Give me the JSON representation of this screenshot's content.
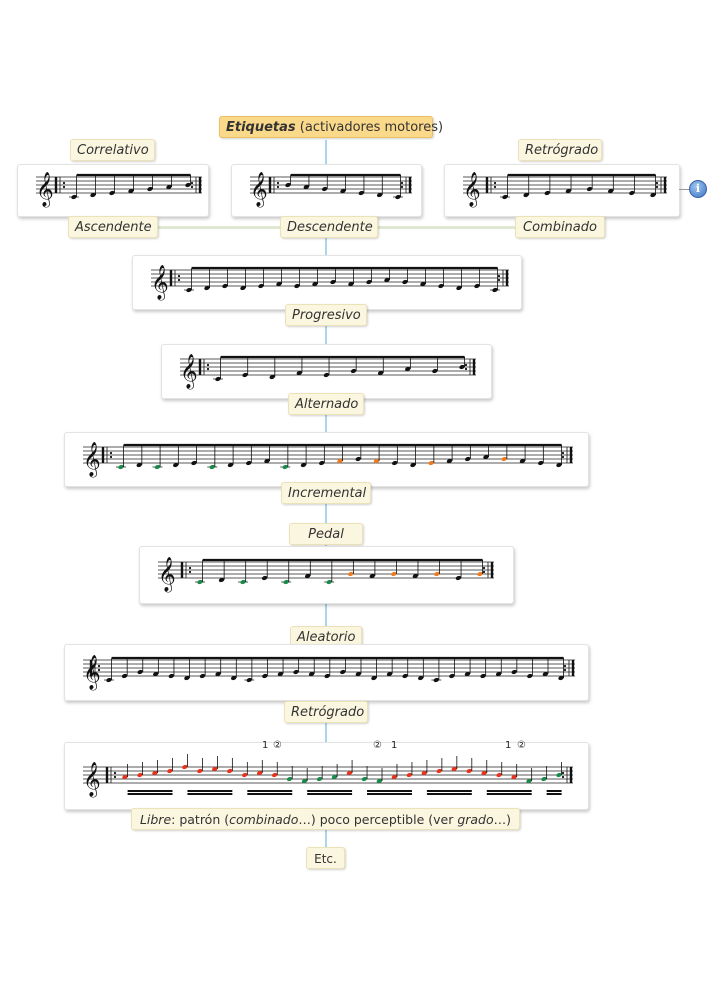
{
  "title": {
    "bold": "Etiquetas",
    "rest": " (activadores motores)"
  },
  "labels": {
    "correlativo": "Correlativo",
    "retrogrado_top": "Retrógrado",
    "ascendente": "Ascendente",
    "descendente": "Descendente",
    "combinado": "Combinado",
    "progresivo": "Progresivo",
    "alternado": "Alternado",
    "incremental": "Incremental",
    "pedal": "Pedal",
    "aleatorio": "Aleatorio",
    "retrogrado": "Retrógrado",
    "libre_bold": "Libre",
    "libre_a": ": patrón (",
    "libre_b": "combinado",
    "libre_c": "…) poco perceptible (ver ",
    "libre_d": "grado",
    "libre_e": "…)",
    "etc": "Etc."
  },
  "annotations": {
    "one": "1",
    "two": "②"
  },
  "icons": {
    "info": "info-icon",
    "info_glyph": "i",
    "clef": "treble-clef-icon"
  },
  "colors": {
    "green": "#1a8a4a",
    "red": "#e8331c",
    "orange": "#f07a20",
    "stem": "#a9d6ec",
    "label_bg": "#fbf6df",
    "title_bg": "#fbd98b"
  },
  "staves": {
    "ascendente": {
      "notes": [
        0,
        1,
        2,
        3,
        4,
        5,
        6
      ],
      "colors": [
        "k",
        "k",
        "k",
        "k",
        "k",
        "k",
        "k"
      ]
    },
    "descendente": {
      "notes": [
        6,
        5,
        4,
        3,
        2,
        1,
        0
      ],
      "colors": [
        "k",
        "k",
        "k",
        "k",
        "k",
        "k",
        "k"
      ]
    },
    "combinado": {
      "notes": [
        0,
        1,
        2,
        3,
        4,
        3,
        2,
        1
      ],
      "colors": [
        "k",
        "k",
        "k",
        "k",
        "k",
        "k",
        "k",
        "k"
      ]
    },
    "progresivo": {
      "notes": [
        0,
        1,
        2,
        1,
        2,
        3,
        2,
        3,
        4,
        3,
        4,
        5,
        4,
        3,
        2,
        1,
        2,
        0
      ],
      "colors": [
        "k",
        "k",
        "k",
        "k",
        "k",
        "k",
        "k",
        "k",
        "k",
        "k",
        "k",
        "k",
        "k",
        "k",
        "k",
        "k",
        "k",
        "k"
      ]
    },
    "alternado": {
      "notes": [
        0,
        2,
        1,
        3,
        2,
        4,
        3,
        5,
        4,
        6
      ],
      "colors": [
        "k",
        "k",
        "k",
        "k",
        "k",
        "k",
        "k",
        "k",
        "k",
        "k"
      ]
    },
    "incremental": {
      "notes": [
        0,
        1,
        0,
        1,
        2,
        0,
        1,
        2,
        3,
        0,
        1,
        2,
        3,
        4,
        3,
        2,
        1,
        2,
        3,
        4,
        5,
        4,
        3,
        2,
        1
      ],
      "colors": [
        "g",
        "k",
        "g",
        "k",
        "k",
        "g",
        "k",
        "k",
        "k",
        "g",
        "k",
        "k",
        "o",
        "k",
        "o",
        "k",
        "k",
        "o",
        "k",
        "k",
        "k",
        "o",
        "k",
        "k",
        "k"
      ]
    },
    "pedal": {
      "notes": [
        0,
        1,
        0,
        2,
        0,
        3,
        0,
        4,
        3,
        4,
        3,
        4,
        2,
        4
      ],
      "colors": [
        "g",
        "k",
        "g",
        "k",
        "g",
        "k",
        "g",
        "o",
        "k",
        "o",
        "k",
        "o",
        "k",
        "o"
      ]
    },
    "aleatorio": {
      "notes": [
        0,
        2,
        4,
        3,
        2,
        1,
        2,
        3,
        1,
        0,
        2,
        3,
        4,
        3,
        2,
        4,
        3,
        1,
        3,
        2,
        1,
        0,
        2,
        3,
        2,
        3,
        4,
        2,
        3,
        1
      ],
      "colors": [
        "k",
        "k",
        "k",
        "k",
        "k",
        "k",
        "k",
        "k",
        "k",
        "k",
        "k",
        "k",
        "k",
        "k",
        "k",
        "k",
        "k",
        "k",
        "k",
        "k",
        "k",
        "k",
        "k",
        "k",
        "k",
        "k",
        "k",
        "k",
        "k",
        "k"
      ]
    },
    "retrogrado_top": {
      "notes": [
        0,
        1,
        2,
        3,
        4,
        3,
        2,
        1
      ],
      "colors": [
        "k",
        "k",
        "k",
        "k",
        "k",
        "k",
        "k",
        "k"
      ]
    },
    "correlativo": {
      "notes": [
        0,
        1,
        2,
        3,
        4,
        5,
        6
      ],
      "colors": [
        "k",
        "k",
        "k",
        "k",
        "k",
        "k",
        "k"
      ]
    },
    "libre": {
      "notes": [
        5,
        6,
        7,
        8,
        10,
        8,
        9,
        8,
        6,
        7,
        6,
        4,
        3,
        4,
        5,
        7,
        4,
        3,
        5,
        6,
        7,
        8,
        9,
        8,
        7,
        6,
        5,
        3,
        4,
        6
      ],
      "colors": [
        "r",
        "r",
        "r",
        "r",
        "r",
        "r",
        "r",
        "r",
        "r",
        "r",
        "r",
        "g",
        "g",
        "g",
        "g",
        "r",
        "g",
        "g",
        "r",
        "r",
        "r",
        "r",
        "r",
        "r",
        "r",
        "r",
        "r",
        "g",
        "g",
        "g"
      ]
    }
  }
}
